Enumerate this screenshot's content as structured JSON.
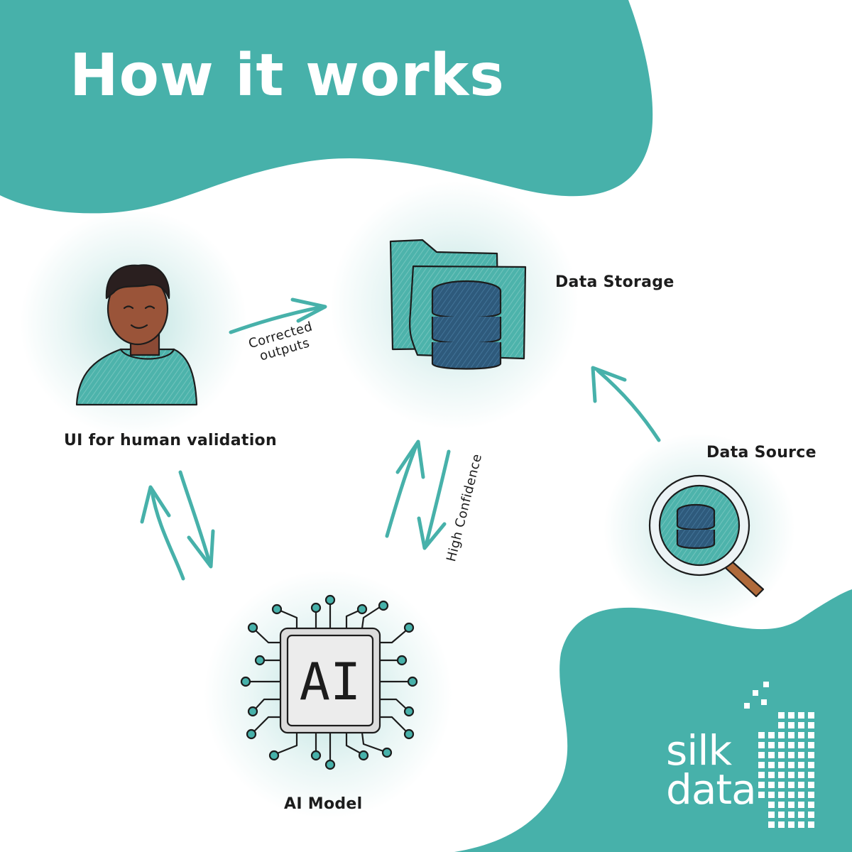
{
  "title": "How it works",
  "nodes": {
    "data_storage": "Data Storage",
    "ui_validation": "UI for human validation",
    "data_source": "Data Source",
    "ai_model": "AI Model"
  },
  "edges": {
    "corrected_outputs": "Corrected\noutputs",
    "high_confidence": "High Confidence"
  },
  "chip_label": "AI",
  "logo": {
    "line1": "silk",
    "line2": "data"
  },
  "colors": {
    "accent": "#47b1aa",
    "dark_db": "#2e5a7c",
    "ink": "#1c1c1c"
  },
  "icons": [
    "person-icon",
    "folder-database-icon",
    "magnifier-database-icon",
    "ai-chip-icon",
    "silk-data-logo"
  ]
}
